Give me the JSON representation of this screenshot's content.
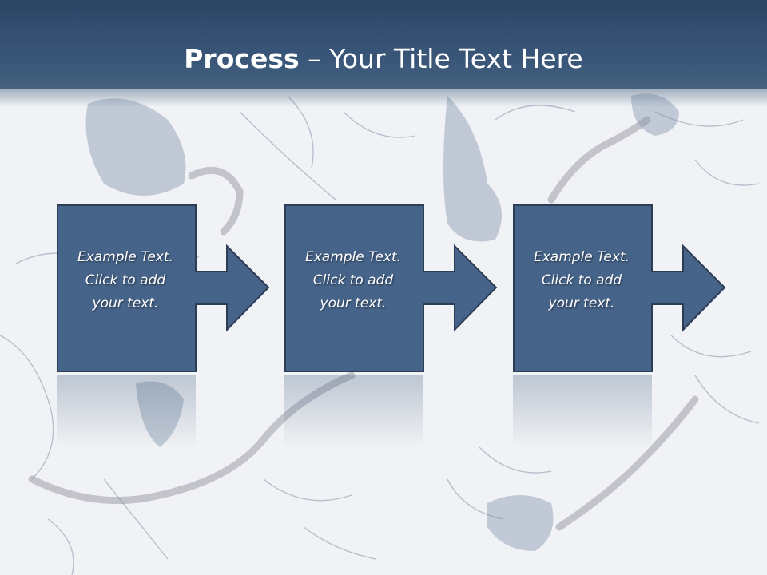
{
  "slide": {
    "title_bold": "Process",
    "title_rest": " – Your Title Text Here"
  },
  "steps": [
    {
      "line1": "Example Text.",
      "line2": "Click  to add",
      "line3": "your text."
    },
    {
      "line1": "Example Text.",
      "line2": "Click  to add",
      "line3": "your text."
    },
    {
      "line1": "Example Text.",
      "line2": "Click  to add",
      "line3": "your text."
    }
  ],
  "colors": {
    "header": "#3a5779",
    "box_fill": "#46648a",
    "box_border": "#2c3e55",
    "background": "#f1f2f5"
  }
}
